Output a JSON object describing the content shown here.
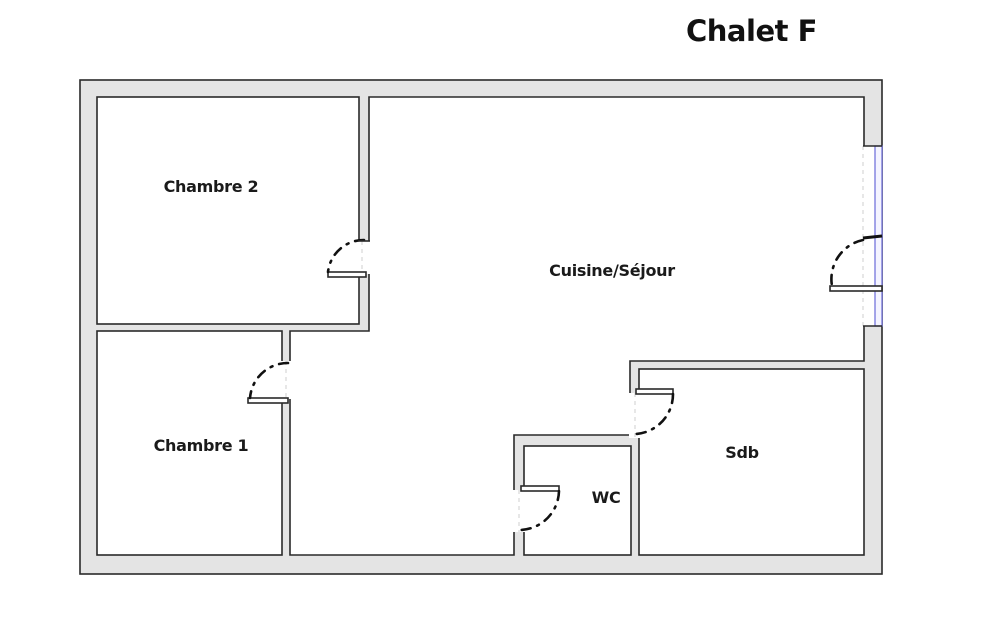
{
  "title": "Chalet F",
  "rooms": [
    {
      "id": "chambre-2",
      "label": "Chambre 2"
    },
    {
      "id": "cuisine-sejour",
      "label": "Cuisine/Séjour"
    },
    {
      "id": "chambre-1",
      "label": "Chambre 1"
    },
    {
      "id": "wc",
      "label": "WC"
    },
    {
      "id": "sdb",
      "label": "Sdb"
    }
  ],
  "colors": {
    "wall_fill": "#e4e4e4",
    "wall_stroke": "#2a2a2a",
    "window": "#6a6ad8",
    "background": "#ffffff"
  }
}
